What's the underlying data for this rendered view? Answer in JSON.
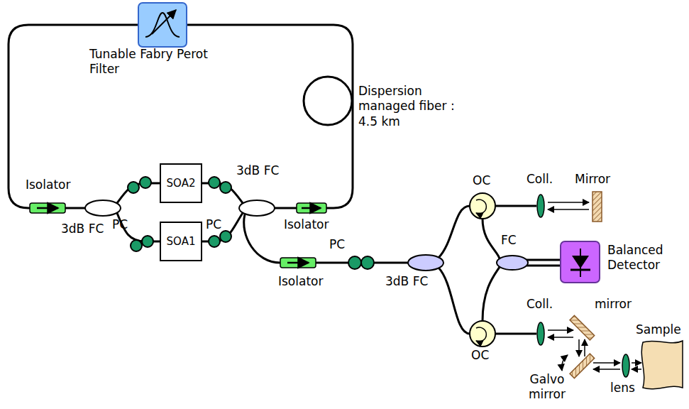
{
  "diagram": {
    "nodes": [
      {
        "text": [
          "SOA2"
        ]
      },
      {
        "text": [
          "SOA1"
        ]
      }
    ],
    "labels": [
      "Tunable Fabry Perot Filter",
      "Dispersion managed fiber : 4.5 km",
      "Isolator",
      "3dB FC",
      "PC",
      "PC",
      "3dB FC",
      "Isolator",
      "Isolator",
      "PC",
      "3dB FC",
      "OC",
      "Coll.",
      "Mirror",
      "FC",
      "Balanced Detector",
      "OC",
      "Coll.",
      "mirror",
      "Sample",
      "Galvo mirror",
      "lens"
    ]
  }
}
